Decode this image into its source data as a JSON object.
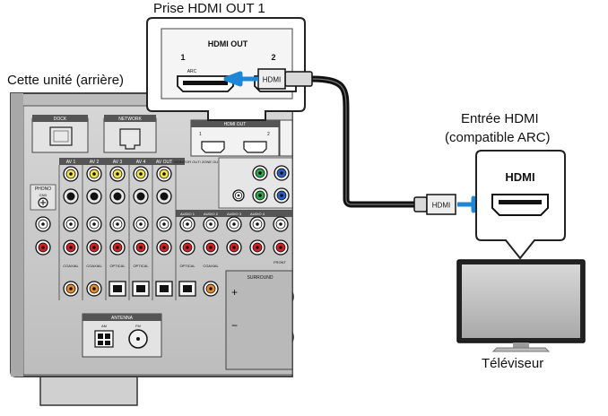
{
  "labels": {
    "hdmi_out_port": "Prise HDMI OUT 1",
    "unit_rear": "Cette unité (arrière)",
    "tv_input_line1": "Entrée HDMI",
    "tv_input_line2": "(compatible ARC)",
    "tv": "Téléviseur"
  },
  "callout": {
    "title": "HDMI OUT",
    "port1": "1",
    "port2": "2",
    "arc": "ARC"
  },
  "tv_callout": {
    "title": "HDMI"
  },
  "plug_label": "HDMI",
  "panel": {
    "dock": "DOCK",
    "network": "NETWORK",
    "hdmi_out": "HDMI OUT",
    "hdmi_out_1": "1",
    "hdmi_out_2": "2",
    "av_labels": [
      "AV 1",
      "AV 2",
      "AV 3",
      "AV 4",
      "AV OUT"
    ],
    "monitor_out": "MONITOR OUT/ ZONE OUT",
    "phono": "PHONO",
    "gnd": "GND",
    "coaxial": "COAXIAL",
    "optical": "OPTICAL",
    "audio_labels": [
      "AUDIO 1",
      "AUDIO 2",
      "AUDIO 3",
      "AUDIO 4"
    ],
    "surround": "SURROUND",
    "front": "FRONT",
    "antenna": "ANTENNA",
    "am": "AM",
    "fm": "FM"
  },
  "colors": {
    "arrow": "#1f86d6",
    "cable": "#1a1a1a",
    "panel": "#c8c8c8",
    "jack_red": "#d62020",
    "jack_yellow": "#f2e24a",
    "jack_green": "#2aa84a",
    "jack_blue": "#2a5fc9",
    "jack_orange": "#e8892a"
  }
}
